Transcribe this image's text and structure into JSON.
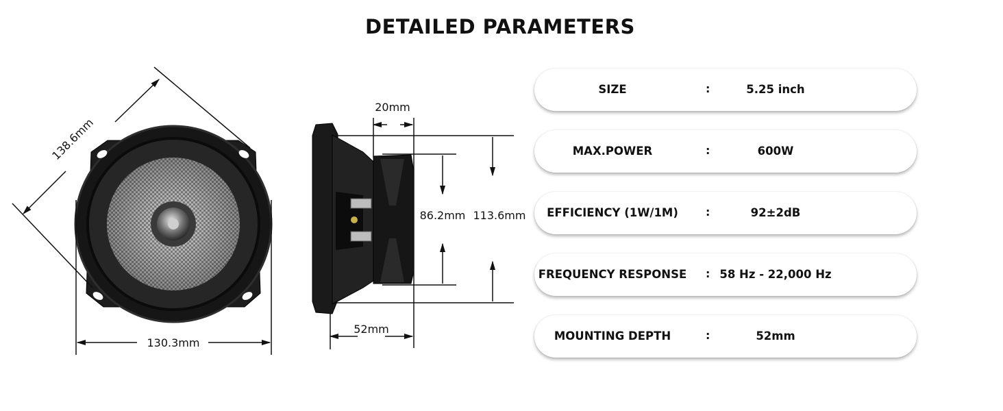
{
  "title": "DETAILED PARAMETERS",
  "dimensions": {
    "diagonal": "138.6mm",
    "width": "130.3mm",
    "magnet_depth": "20mm",
    "magnet_diameter": "86.2mm",
    "body_diameter": "113.6mm",
    "mounting_depth": "52mm"
  },
  "specs": [
    {
      "label": "SIZE",
      "value": "5.25 inch"
    },
    {
      "label": "MAX.POWER",
      "value": "600W"
    },
    {
      "label": "EFFICIENCY (1W/1M)",
      "value": "92±2dB"
    },
    {
      "label": "FREQUENCY RESPONSE",
      "value": "58 Hz - 22,000 Hz"
    },
    {
      "label": "MOUNTING DEPTH",
      "value": "52mm"
    }
  ],
  "separator": ":",
  "colors": {
    "speaker_body": "#1a1a1a",
    "cone": "#9a9a9a",
    "line": "#111111"
  }
}
